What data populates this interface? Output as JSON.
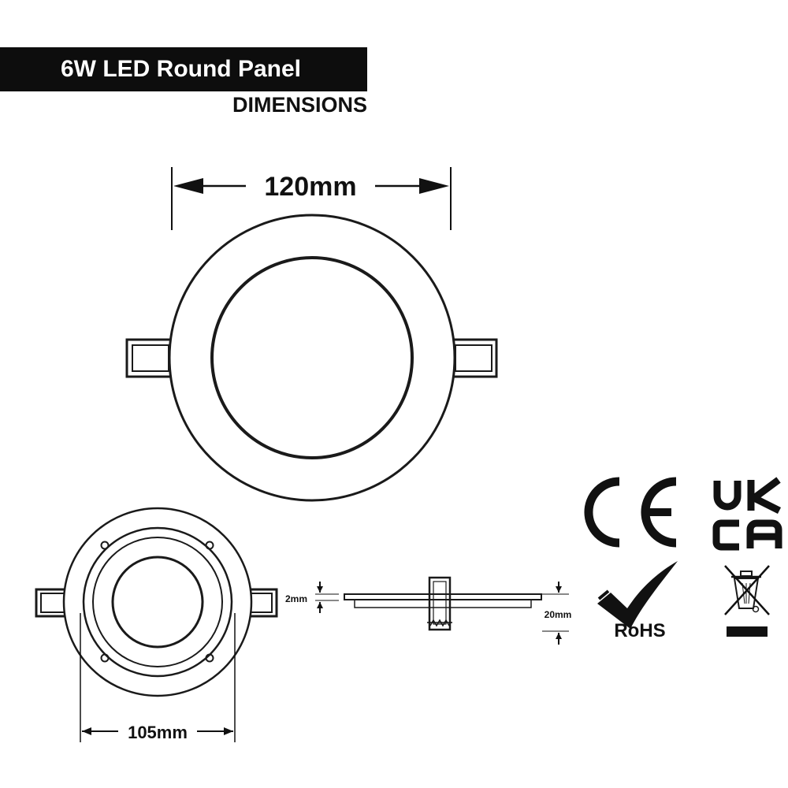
{
  "header": {
    "title": "6W LED Round Panel",
    "subtitle": "DIMENSIONS"
  },
  "dimensions": {
    "outer_diameter": "120mm",
    "cutout_diameter": "105mm",
    "face_thickness": "2mm",
    "total_depth": "20mm"
  },
  "certifications": {
    "ce": "CE",
    "ukca_top": "UK",
    "ukca_bottom": "CA",
    "rohs": "RoHS"
  },
  "colors": {
    "ink": "#111111",
    "title_bg": "#0d0d0d",
    "title_fg": "#ffffff"
  }
}
